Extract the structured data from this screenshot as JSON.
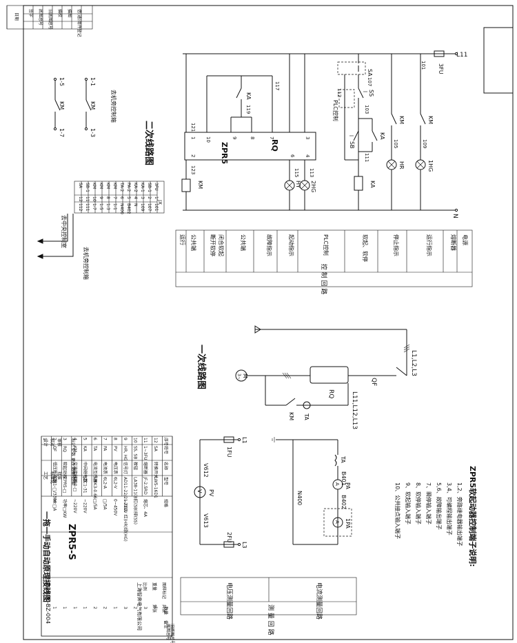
{
  "rev_block": {
    "headers": [
      "借(通)用件登记",
      "描图",
      "描校",
      "旧底图总号",
      "底图总号",
      "签字",
      "日期"
    ]
  },
  "secondary": {
    "title": "二次线路图",
    "main_line": "L11",
    "neutral": "N",
    "fuse": "3FU",
    "wires": [
      "101",
      "107",
      "109",
      "103",
      "105",
      "111",
      "112",
      "113",
      "115",
      "117",
      "119",
      "121",
      "123"
    ],
    "sa": "SA",
    "ss": "SS",
    "sb": "SB",
    "ka": "KA",
    "km": "KM",
    "hr": "HR",
    "hg1": "1HG",
    "hg2": "2HG",
    "hy": "HY",
    "plc": "PLC控制",
    "zpr": "ZPR5",
    "rq": "RQ",
    "pins": [
      "1",
      "10",
      "9",
      "8",
      "7",
      "6",
      "4",
      "3",
      "2"
    ],
    "km_aux": "KM",
    "remote": {
      "title": "去机旁控制箱",
      "t1": "1-1",
      "t3": "1-3",
      "t5": "1-5",
      "t7": "1-7",
      "km": "KM"
    }
  },
  "jx": {
    "title": "JX",
    "rows": [
      [
        "3FU",
        "1",
        "101"
      ],
      [
        "SB-1",
        "2",
        "107"
      ],
      [
        "KA-1",
        "3",
        "109"
      ],
      [
        "KA-2",
        "4",
        "N"
      ],
      [
        "PA-2",
        "5",
        "B402"
      ],
      [
        "TA-2",
        "6",
        "N400"
      ],
      [
        "KM",
        "7",
        "1-1"
      ],
      [
        "KM",
        "8",
        "1-3"
      ],
      [
        "KM",
        "9",
        "1-5"
      ],
      [
        "KM",
        "10",
        "1-7"
      ],
      [
        "SB-1",
        "11",
        "111"
      ],
      [
        "SA",
        "12",
        "112"
      ]
    ],
    "side1": "去中央控制室",
    "side2": "去机旁控制箱"
  },
  "ctrl": {
    "cells": [
      "电源",
      "熔断器",
      "运行指示",
      "停止指示",
      "软起、软停",
      "PLC控制",
      "起动指示",
      "故障指示",
      "公共端",
      "闭合软起 断开软停",
      "公共端",
      "运行"
    ],
    "footer": "控 制 回 路"
  },
  "primary": {
    "title": "一次线路图",
    "line": "L1,L2,L3",
    "qf": "QF",
    "rq": "RQ",
    "motor": "M",
    "motor_sub": "3~",
    "loop": "L11,L12,L13",
    "km": "KM",
    "ta": "TA"
  },
  "measure": {
    "l1": "L1",
    "l3": "L3",
    "fu1": "1FU",
    "fu2": "2FU",
    "v612": "V612",
    "v613": "V613",
    "pv": "PV",
    "ta": "TA",
    "b401": "B401",
    "pa": "PA",
    "b402": "B402",
    "n400": "N400",
    "pa1": "1PA",
    "cells": [
      "电流测量回路",
      "电压测量回路"
    ],
    "footer": "测 量 回 路"
  },
  "notes": {
    "title": "ZPR5软起动器控制端子说明:",
    "items": [
      "1,2、旁路继电器输出端子",
      "3,4、可编程输出端子",
      "5,6、故障输出端子",
      "7、瞬停输入端子",
      "8、软停输入端子",
      "9、软起输入端子",
      "10、公共接点输入端子"
    ]
  },
  "bom": {
    "header": [
      "序号",
      "符号",
      "名称",
      "型号",
      "规格",
      "数量",
      "备注"
    ],
    "rows": [
      [
        "12",
        "SA",
        "转换开关",
        "LW5-16D1",
        "",
        "1",
        ""
      ],
      [
        "11",
        "1~3FU",
        "熔断器",
        "JF-2.5RD",
        "熔芯、4A",
        "3",
        ""
      ],
      [
        "10",
        "SS, SB",
        "按钮",
        "LA38-11(B)",
        "红(SB)绿(SS)",
        "2",
        ""
      ],
      [
        "9",
        "HR, HG",
        "信号灯",
        "AD11-22/21-7GZ",
        "~220V 红(HR)绿(HG)",
        "3",
        ""
      ],
      [
        "8",
        "PV",
        "电压表",
        "6L2-V",
        "0~450V",
        "1",
        ""
      ],
      [
        "7",
        "PA",
        "电流表",
        "6L2-A",
        "□/5A",
        "2",
        ""
      ],
      [
        "6",
        "TA",
        "电流互感器",
        "LMK3-0.66",
        "□/5A",
        "2",
        ""
      ],
      [
        "5",
        "KA",
        "中间继电器",
        "JZC1-31",
        "~220V",
        "1",
        ""
      ],
      [
        "4",
        "KM",
        "交流接触器",
        "CJ20-□",
        "~220V",
        "1",
        ""
      ],
      [
        "3",
        "RQ",
        "软起动器",
        "ZPR5-□",
        "功率□KW",
        "1",
        ""
      ],
      [
        "2",
        "QF",
        "低压断路器",
        "CM1-□/3300",
        "In:□A",
        "1",
        ""
      ],
      [
        "1",
        "",
        "",
        "",
        "",
        "",
        ""
      ]
    ],
    "sign_labels": [
      "标记",
      "处数",
      "更改文件号",
      "签字",
      "日期"
    ],
    "staff": [
      "设计",
      "校对",
      "审核",
      "工艺",
      "标准化",
      "批准"
    ],
    "model": "ZPR5-S",
    "drawing_title": "一拖一手动自动原理接线图",
    "drawing_no": "ZONPU-BZ-004",
    "company": "上海智奔电气有限公司",
    "stage_labels": [
      "图样标记",
      "重量",
      "比例",
      "共张",
      "第张"
    ],
    "right_labels": [
      "旧底图总号",
      "底图总号"
    ]
  }
}
